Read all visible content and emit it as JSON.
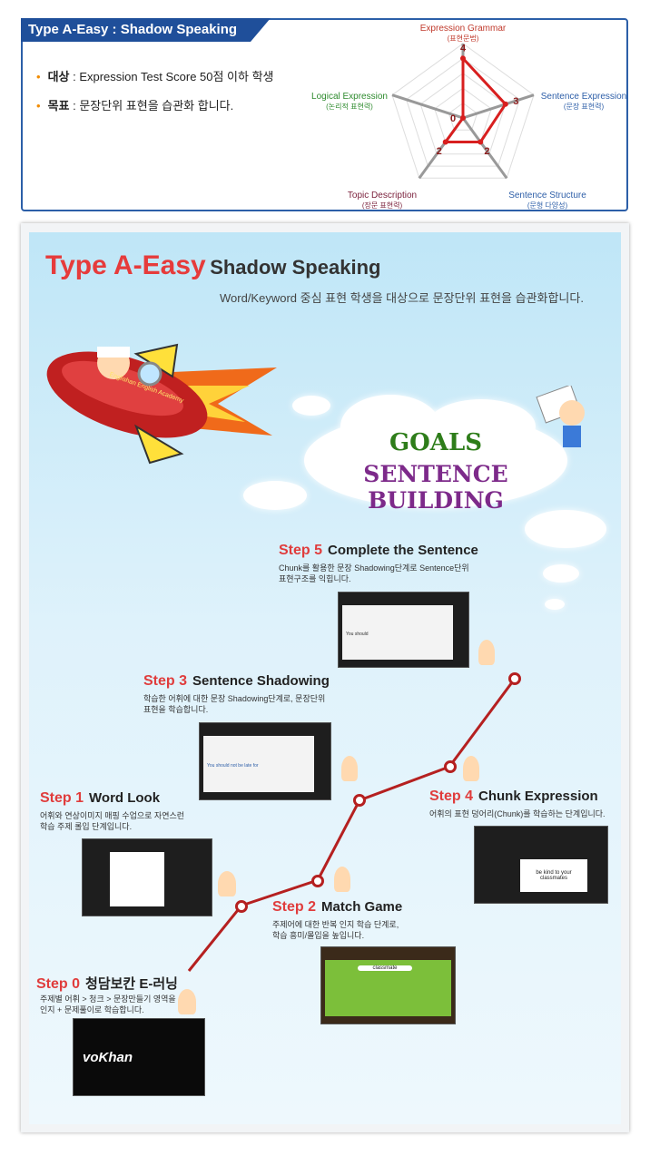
{
  "header": {
    "tab_title": "Type A-Easy : Shadow Speaking",
    "bullets": [
      {
        "term": "대상",
        "text": " : Expression Test Score 50점 이하 학생"
      },
      {
        "term": "목표",
        "text": " : 문장단위 표현을 습관화 합니다."
      }
    ]
  },
  "radar": {
    "axes": [
      {
        "en": "Expression Grammar",
        "ko": "(표현문법)",
        "value": 4,
        "color": "#c0392b"
      },
      {
        "en": "Sentence Expression",
        "ko": "(문장 표현력)",
        "value": 3,
        "color": "#2e5fa8"
      },
      {
        "en": "Sentence Structure",
        "ko": "(문형 다양성)",
        "value": 2,
        "color": "#2e5fa8"
      },
      {
        "en": "Topic Description",
        "ko": "(장문 표현력)",
        "value": 2,
        "color": "#7a1f3a"
      },
      {
        "en": "Logical Expression",
        "ko": "(논리적 표현력)",
        "value": 0,
        "color": "#2e8b2e"
      }
    ],
    "max": 5,
    "series_color": "#d81f1f"
  },
  "main": {
    "title_red": "Type A-Easy",
    "title_dark": "Shadow Speaking",
    "subtitle": "Word/Keyword 중심 표현 학생을 대상으로 문장단위 표현을 습관화합니다.",
    "rocket_text": "Englishan English Academy",
    "goals": "GOALS",
    "goals_sub": "SENTENCE BUILDING",
    "steps": [
      {
        "num": "Step 5",
        "title": "Complete the Sentence",
        "desc1": "Chunk를 활용한 문장 Shadowing단계로 Sentence단위",
        "desc2": "표현구조를 익힙니다."
      },
      {
        "num": "Step 3",
        "title": "Sentence Shadowing",
        "desc1": "학습한 어휘에 대한 문장 Shadowing단계로, 문장단위",
        "desc2": "표현을 학습합니다."
      },
      {
        "num": "Step 1",
        "title": "Word Look",
        "desc1": "어휘와 연상이미지 매핑 수업으로 자연스런",
        "desc2": "학습 주제 롤입 단계입니다."
      },
      {
        "num": "Step 4",
        "title": "Chunk Expression",
        "desc1": "어휘의 표현 덩어리(Chunk)를 학습하는 단계입니다.",
        "desc2": ""
      },
      {
        "num": "Step 2",
        "title": "Match Game",
        "desc1": "주제어에 대한 반복 인지 학습 단계로,",
        "desc2": "학습 흥미/몰입을 높입니다."
      },
      {
        "num": "Step 0",
        "title": "청담보칸 E-러닝",
        "desc1": "주제별 어휘 > 청크 > 문장만들기 영역을",
        "desc2": "인지 + 문제풀이로 학습합니다."
      }
    ],
    "screens": {
      "step5_input": "You should",
      "step3_input": "You should not be late for",
      "step4_card": "be kind to your classmates",
      "step2_word": "classmate",
      "brand": "voKhan"
    }
  }
}
